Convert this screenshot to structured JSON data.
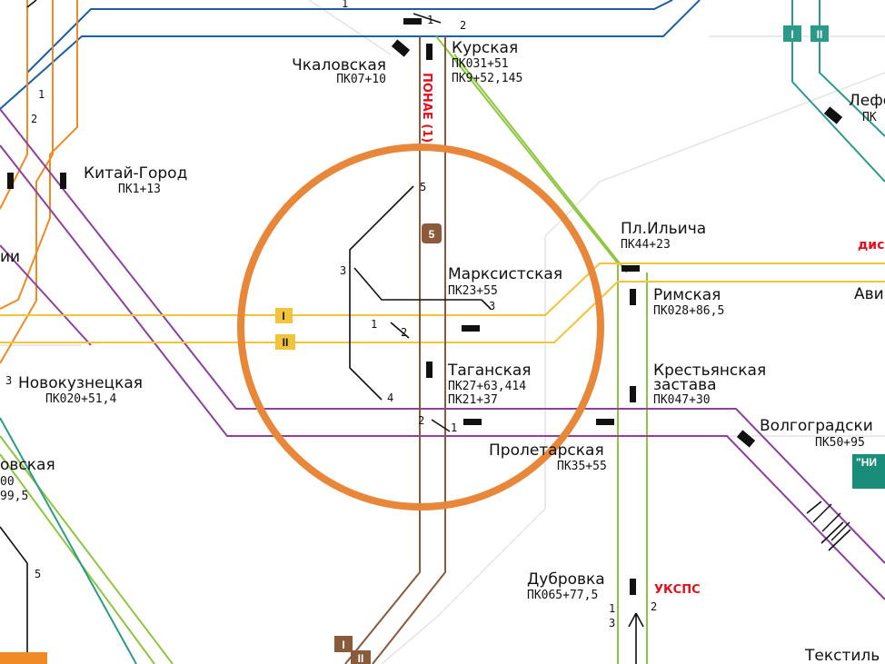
{
  "colors": {
    "background": "#ffffff",
    "grid": "#e4e4e4",
    "line_circle": "#8a5a3b",
    "line_kalininskaya": "#f2c43a",
    "line_tagansko": "#8e3fa0",
    "line_kaluzhsko": "#f08a24",
    "line_lyublinskaya": "#8ec63f",
    "line_zamoskvoretskaya": "#1f5fa0",
    "line_serpukhovskaya": "#2c9a8a",
    "highlight_circle": "#e8873a",
    "pk_blue": "#1f47a8",
    "pk_brown": "#8a5a3b",
    "pk_purple": "#7a3fa0",
    "alert_red": "#e0101e"
  },
  "stations": {
    "kurskaya": {
      "name": "Курская",
      "pk_blue": "ПК031+51",
      "pk_brown": "ПК9+52,145"
    },
    "chkalovskaya": {
      "name": "Чкаловская",
      "pk": "ПК07+10"
    },
    "kitai_gorod": {
      "name": "Китай-Город",
      "pk": "ПК1+13"
    },
    "pl_ilyicha": {
      "name": "Пл.Ильича",
      "pk": "ПК44+23",
      "tag": "дис"
    },
    "marksistskaya": {
      "name": "Марксистская",
      "pk": "ПК23+55"
    },
    "rimskaya": {
      "name": "Римская",
      "pk": "ПК028+86,5"
    },
    "aviamotornaya_partial": {
      "name": "Ави"
    },
    "taganskaya": {
      "name": "Таганская",
      "pk_brown": "ПК27+63,414",
      "pk_purple": "ПК21+37"
    },
    "krestyanskaya": {
      "name_line1": "Крестьянская",
      "name_line2": "застава",
      "pk": "ПК047+30"
    },
    "novokuznetskaya": {
      "name": "Новокузнецкая",
      "pk": "ПК020+51,4"
    },
    "volgogradsky": {
      "name": "Волгоградски",
      "pk": "ПК50+95",
      "badge": "\"НИ"
    },
    "proletarskaya": {
      "name": "Пролетарская",
      "pk": "ПК35+55"
    },
    "dubrovka": {
      "name": "Дубровка",
      "pk": "ПК065+77,5",
      "tag": "УКСПС"
    },
    "tekstilshchiki_partial": {
      "name": "Текстиль"
    },
    "lefortovo_partial": {
      "name": "Лефо",
      "pk": "ПК"
    },
    "left_partial_1": {
      "name": "ии"
    },
    "left_partial_2": {
      "name": "овская",
      "pk_orange": "00",
      "pk_orange2": "99,5"
    }
  },
  "vertical_label": "ПОНАЕ (1)",
  "badges": {
    "I": "I",
    "II": "II",
    "five": "5",
    "top_I": "I",
    "top_II": "II",
    "bottom_I": "I",
    "bottom_II": "II"
  },
  "track_numbers": {
    "n1_top": "1",
    "n2_top": "2",
    "left_1": "1",
    "left_2": "2",
    "n5": "5",
    "n3_left": "3",
    "n3_right": "3",
    "n1_mid": "1",
    "n2_mid": "2",
    "n4": "4",
    "n2_bottom": "2",
    "n1_bottom": "1",
    "n3_left_edge": "3",
    "n5_bottom_left": "5",
    "dub_1": "1",
    "dub_3": "3",
    "dub_2": "2",
    "top_partial": "1"
  }
}
